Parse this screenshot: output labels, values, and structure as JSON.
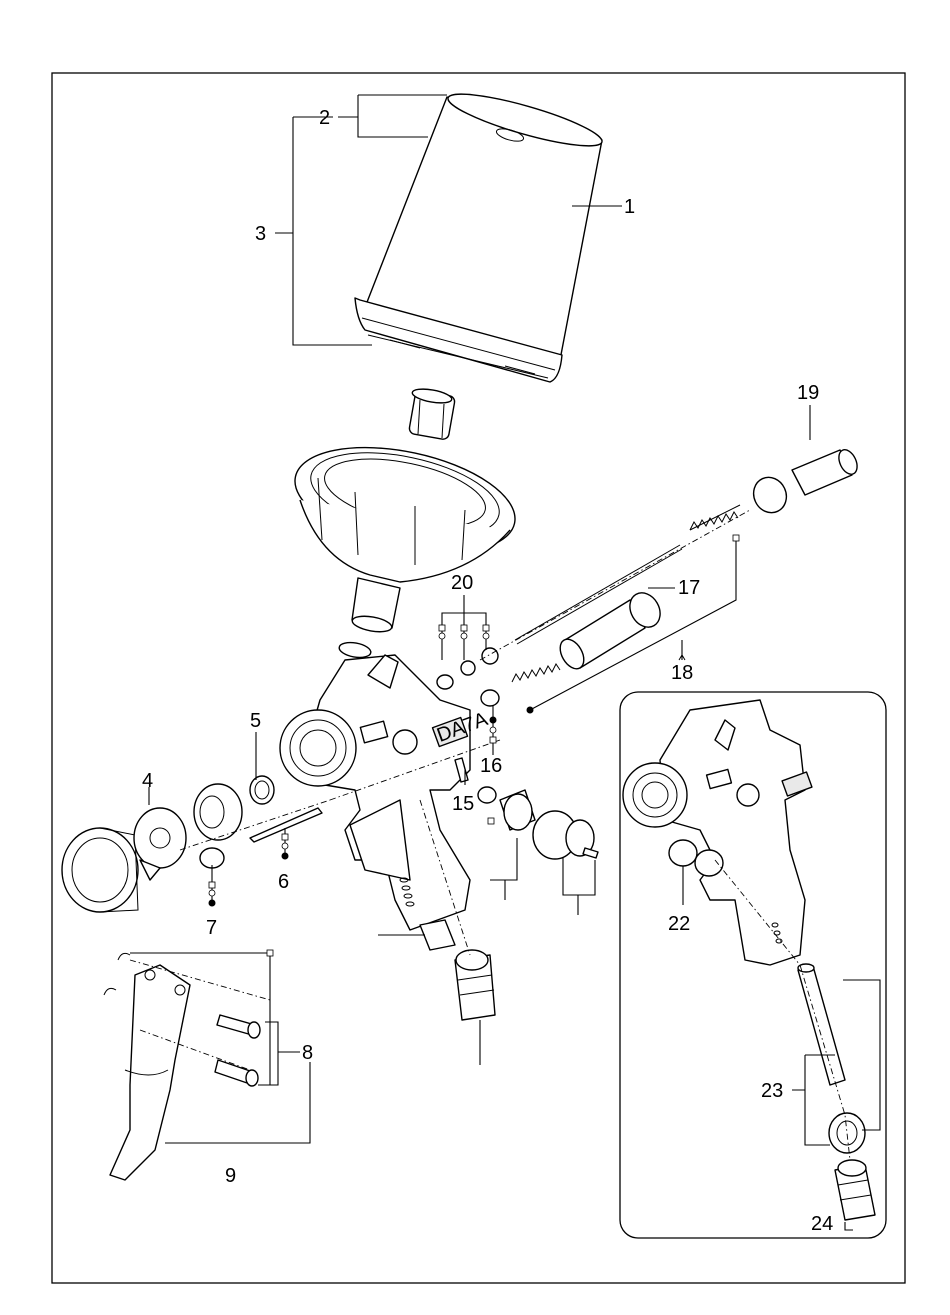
{
  "labels": [
    {
      "id": "1",
      "text": "1"
    },
    {
      "id": "2",
      "text": "2"
    },
    {
      "id": "3",
      "text": "3"
    },
    {
      "id": "4",
      "text": "4"
    },
    {
      "id": "5",
      "text": "5"
    },
    {
      "id": "6",
      "text": "6"
    },
    {
      "id": "7",
      "text": "7"
    },
    {
      "id": "8",
      "text": "8"
    },
    {
      "id": "9",
      "text": "9"
    },
    {
      "id": "15",
      "text": "15"
    },
    {
      "id": "16",
      "text": "16"
    },
    {
      "id": "17",
      "text": "17"
    },
    {
      "id": "18",
      "text": "18"
    },
    {
      "id": "19",
      "text": "19"
    },
    {
      "id": "20",
      "text": "20"
    },
    {
      "id": "22",
      "text": "22"
    },
    {
      "id": "23",
      "text": "23"
    },
    {
      "id": "24",
      "text": "24"
    }
  ],
  "gun_body_badge": "DA7A"
}
